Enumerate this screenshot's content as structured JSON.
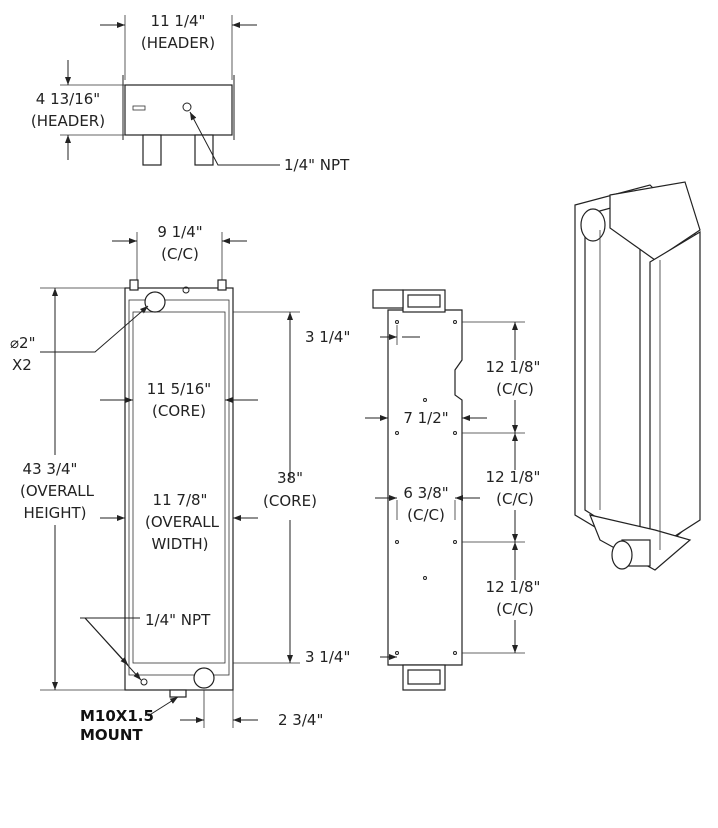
{
  "top_view": {
    "width_value": "11 1/4\"",
    "width_label": "(HEADER)",
    "height_value": "4 13/16\"",
    "height_label": "(HEADER)",
    "npt_label": "1/4\" NPT"
  },
  "front_view": {
    "cc_value": "9 1/4\"",
    "cc_label": "(C/C)",
    "port_value": "⌀2\"",
    "port_qty": "X2",
    "core_width_value": "11 5/16\"",
    "core_width_label": "(CORE)",
    "overall_height_value": "43 3/4\"",
    "overall_height_label1": "(OVERALL",
    "overall_height_label2": "HEIGHT)",
    "overall_width_value": "11 7/8\"",
    "overall_width_label1": "(OVERALL",
    "overall_width_label2": "WIDTH)",
    "core_height_value": "38\"",
    "core_height_label": "(CORE)",
    "npt_label": "1/4\" NPT",
    "mount_line1": "M10X1.5",
    "mount_line2": "MOUNT",
    "offset_value": "2 3/4\""
  },
  "side_view": {
    "top_offset": "3 1/4\"",
    "bottom_offset": "3 1/4\"",
    "depth_value": "7 1/2\"",
    "mount_cc_value": "6 3/8\"",
    "mount_cc_label": "(C/C)",
    "spacing": [
      {
        "value": "12 1/8\"",
        "label": "(C/C)"
      },
      {
        "value": "12 1/8\"",
        "label": "(C/C)"
      },
      {
        "value": "12 1/8\"",
        "label": "(C/C)"
      }
    ]
  }
}
